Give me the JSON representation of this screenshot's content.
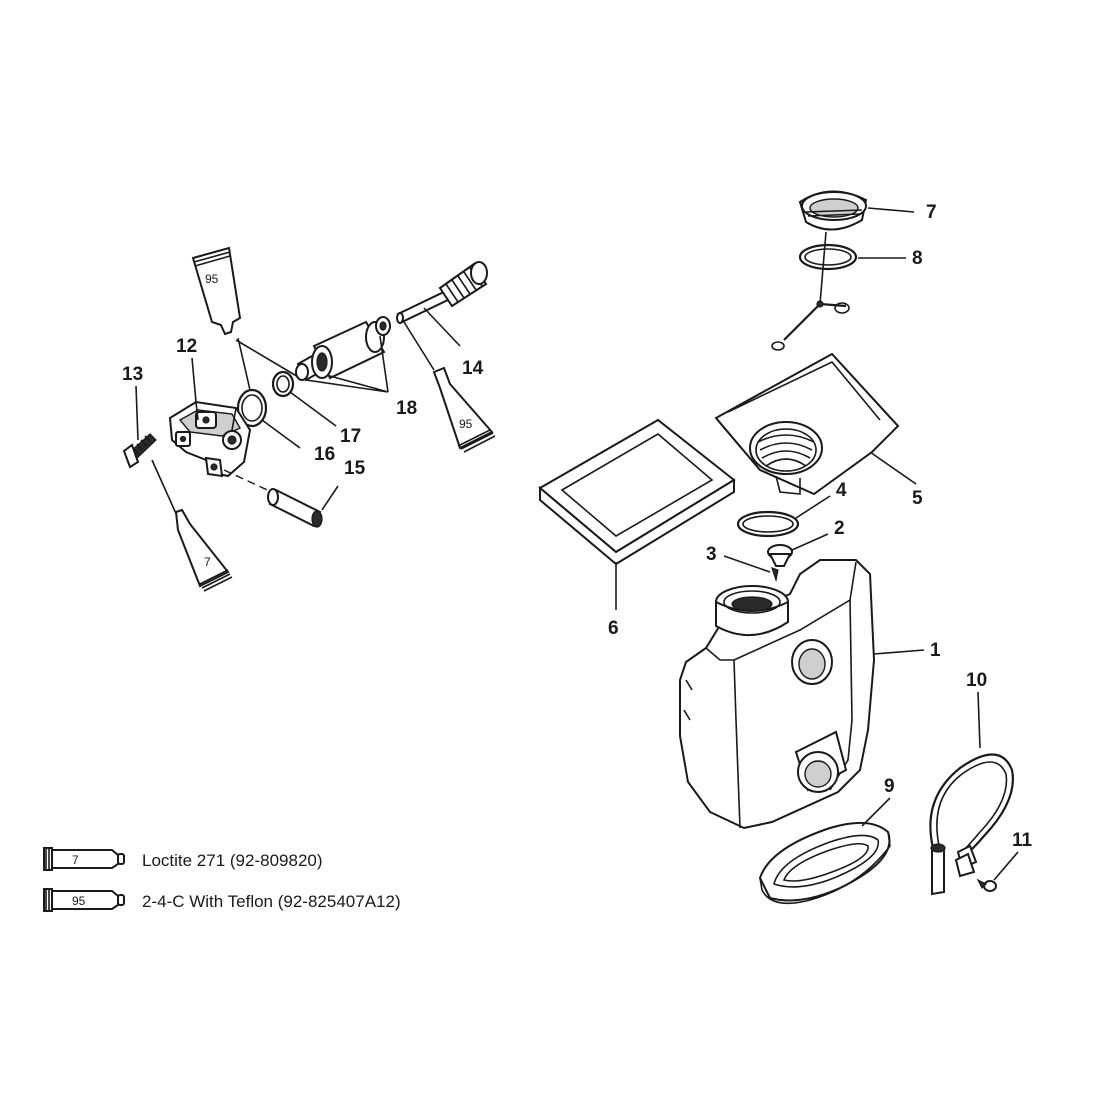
{
  "callouts": {
    "c1": "1",
    "c2": "2",
    "c3": "3",
    "c4": "4",
    "c5": "5",
    "c6": "6",
    "c7": "7",
    "c8": "8",
    "c9": "9",
    "c10": "10",
    "c11": "11",
    "c12": "12",
    "c13": "13",
    "c14": "14",
    "c15": "15",
    "c16": "16",
    "c17": "17",
    "c18": "18"
  },
  "tubes": {
    "loctite_number": "7",
    "teflon_number": "95"
  },
  "legend": {
    "items": [
      {
        "tube_number": "7",
        "text": "Loctite 271 (92-809820)"
      },
      {
        "tube_number": "95",
        "text": "2-4-C  With Teflon (92-825407A12)"
      }
    ]
  }
}
